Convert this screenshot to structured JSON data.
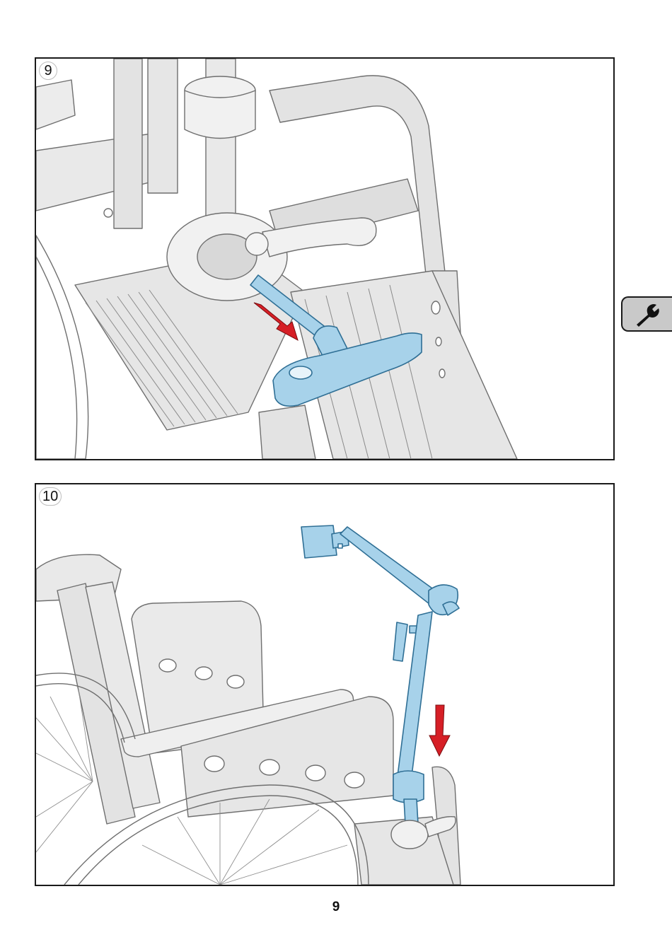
{
  "panels": [
    {
      "step": "9"
    },
    {
      "step": "10"
    }
  ],
  "side_tab": {
    "icon": "wrench-icon"
  },
  "page_number": "9",
  "colors": {
    "highlight": "#a7d2ea",
    "arrow": "#d61f26",
    "frame": "#1a1a1a",
    "drawing": "#e3e3e3"
  }
}
